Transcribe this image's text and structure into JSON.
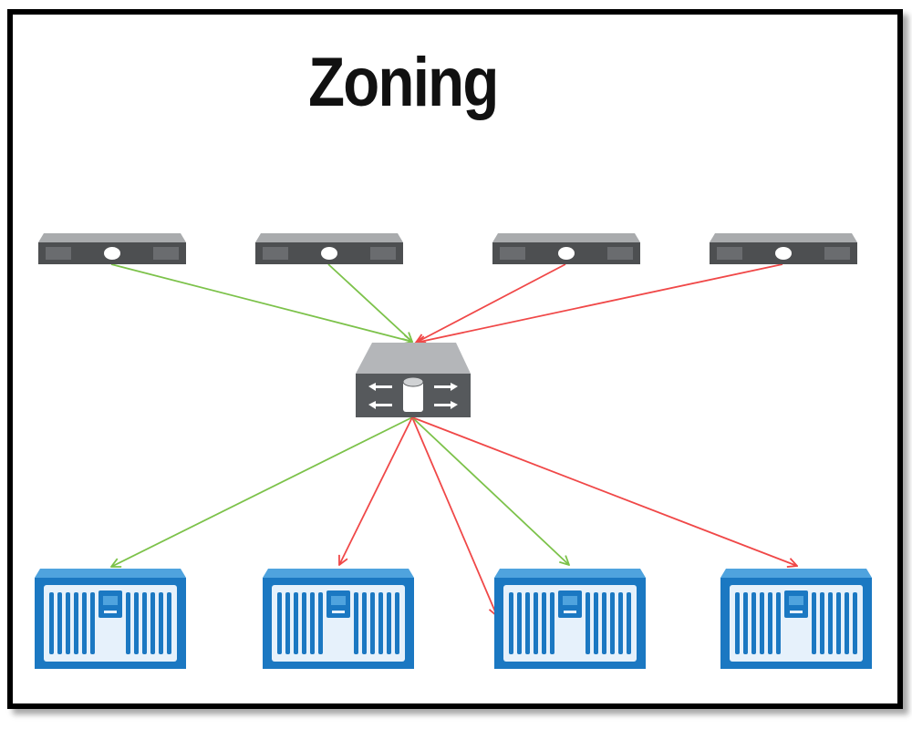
{
  "title": "Zoning",
  "colors": {
    "allowed": "#7cc24a",
    "blocked": "#f04848",
    "server_body": "#4d4f51",
    "server_top": "#a9abad",
    "switch_body": "#56595c",
    "switch_top": "#b4b6b9",
    "storage_blue": "#1b78c2",
    "storage_light": "#4fa3de",
    "storage_face": "#e6f1fb"
  },
  "icons": {
    "servers": "rack-server-icon",
    "switch": "fc-switch-icon",
    "storage": "storage-array-icon"
  },
  "servers": [
    {
      "id": "server-1",
      "zone": "allowed"
    },
    {
      "id": "server-2",
      "zone": "allowed"
    },
    {
      "id": "server-3",
      "zone": "blocked"
    },
    {
      "id": "server-4",
      "zone": "blocked"
    }
  ],
  "storage": [
    {
      "id": "storage-1"
    },
    {
      "id": "storage-2"
    },
    {
      "id": "storage-3"
    },
    {
      "id": "storage-4"
    }
  ],
  "links_to_switch": [
    {
      "from": "server-1",
      "zone": "allowed"
    },
    {
      "from": "server-2",
      "zone": "allowed"
    },
    {
      "from": "server-3",
      "zone": "blocked"
    },
    {
      "from": "server-4",
      "zone": "blocked"
    }
  ],
  "links_from_switch": [
    {
      "to": "storage-1",
      "zone": "allowed"
    },
    {
      "to": "storage-2",
      "zone": "blocked"
    },
    {
      "to": "storage-3",
      "zone": "blocked"
    },
    {
      "to": "storage-3",
      "zone": "allowed"
    },
    {
      "to": "storage-4",
      "zone": "blocked"
    }
  ]
}
